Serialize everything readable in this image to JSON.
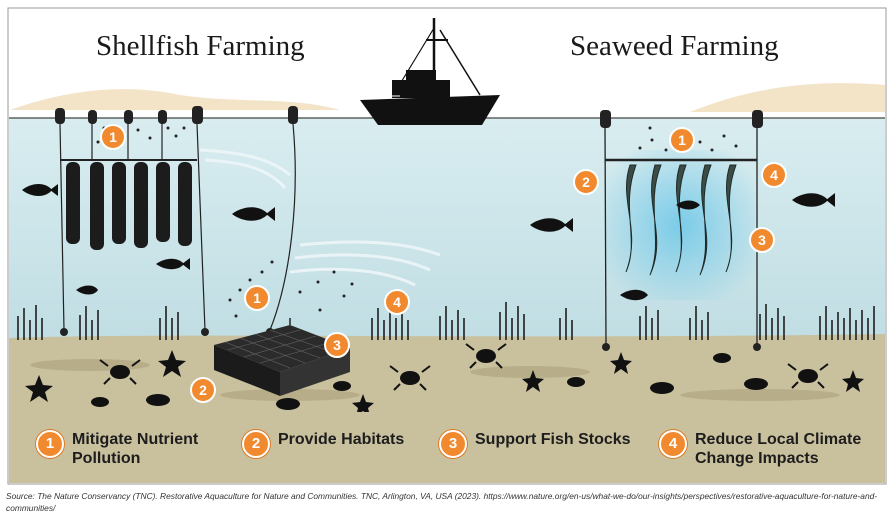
{
  "titles": {
    "left": "Shellfish Farming",
    "right": "Seaweed Farming"
  },
  "legend": [
    {
      "num": "1",
      "line1": "Mitigate Nutrient",
      "line2": "Pollution"
    },
    {
      "num": "2",
      "line1": "Provide Habitats",
      "line2": ""
    },
    {
      "num": "3",
      "line1": "Support Fish Stocks",
      "line2": ""
    },
    {
      "num": "4",
      "line1": "Reduce Local Climate",
      "line2": "Change Impacts"
    }
  ],
  "markers": {
    "one": "1",
    "two": "2",
    "three": "3",
    "four": "4"
  },
  "source": "Source: The Nature Conservancy (TNC). Restorative Aquaculture for Nature and Communities. TNC, Arlington, VA, USA (2023). https://www.nature.org/en-us/what-we-do/our-insights/perspectives/restorative-aquaculture-for-nature-and-communities/",
  "colors": {
    "water": "#d3e8ec",
    "seabed": "#c9c09e",
    "sky": "#ffffff",
    "badge": "#f18a2f",
    "glow": "#5fc3e8"
  }
}
